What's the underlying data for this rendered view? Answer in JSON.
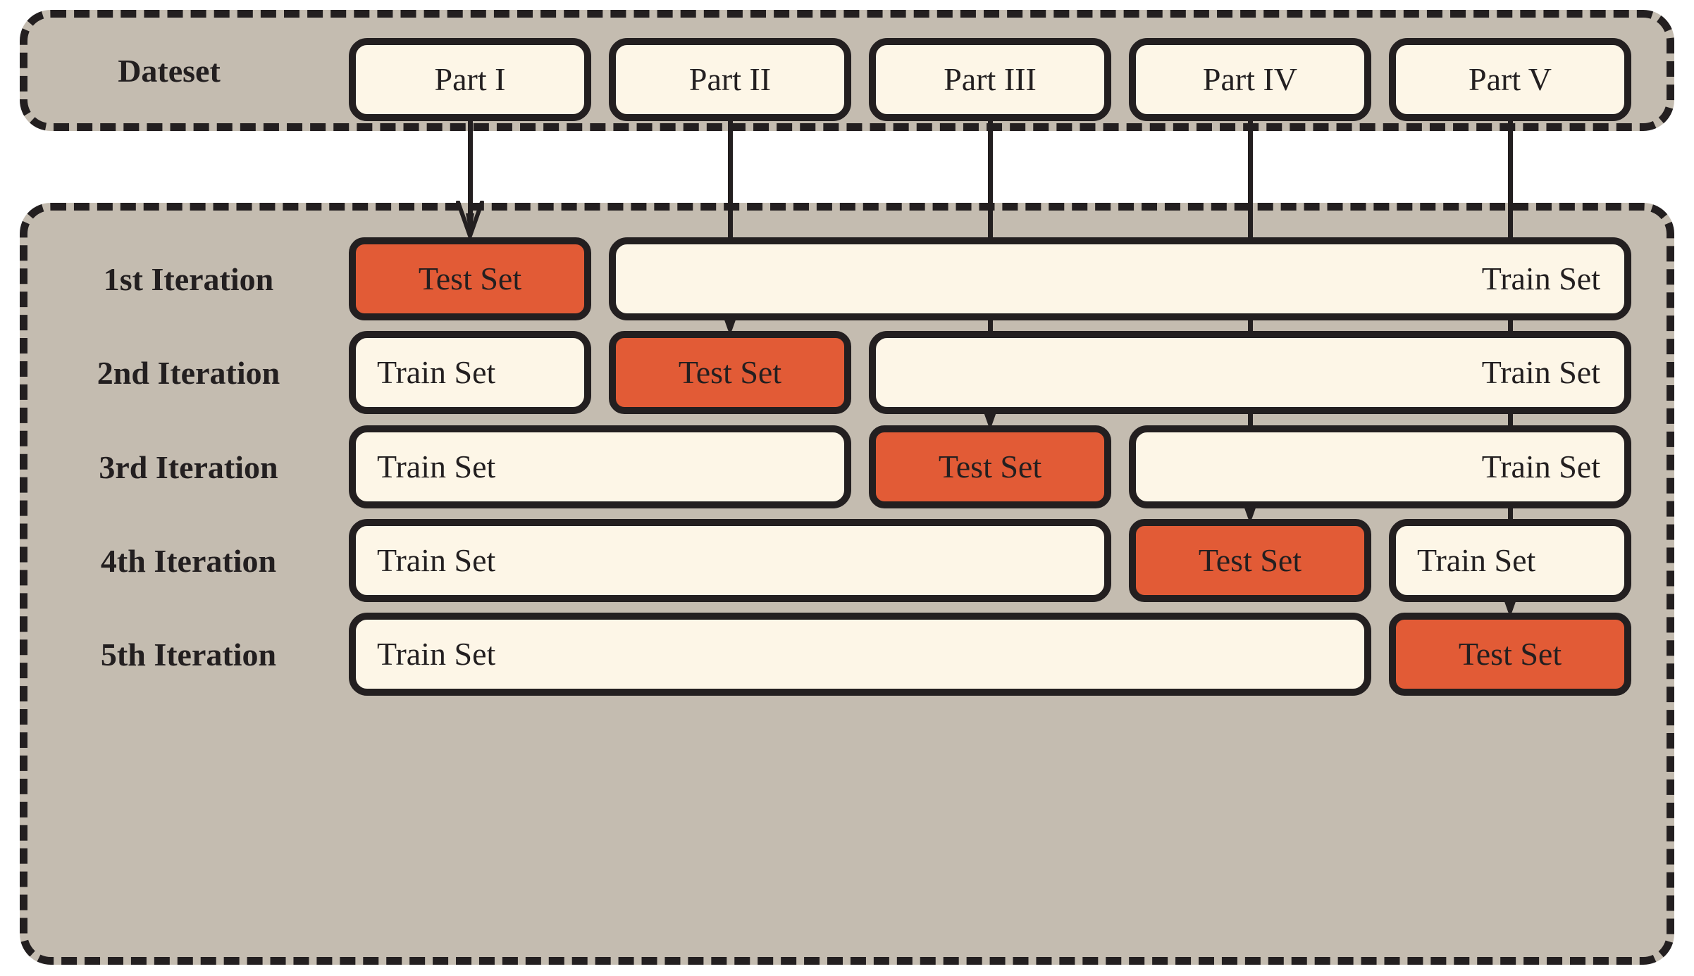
{
  "figure": {
    "title": "K-Fold Cross Validation Dataset Split Diagram",
    "colors": {
      "panel_bg": "#c4bcb0",
      "box_bg": "#fdf6e7",
      "test_bg": "#e25b36",
      "stroke": "#231f20",
      "page_bg": "#ffffff"
    }
  },
  "dataset_panel": {
    "label": "Dateset",
    "parts": [
      {
        "label": "Part I"
      },
      {
        "label": "Part II"
      },
      {
        "label": "Part III"
      },
      {
        "label": "Part IV"
      },
      {
        "label": "Part V"
      }
    ]
  },
  "iterations_panel": {
    "rows": [
      {
        "label": "1st Iteration",
        "test_index": 0,
        "cells": [
          {
            "kind": "test",
            "label": "Test Set",
            "align": "center"
          },
          {
            "kind": "train",
            "label": "Train Set",
            "align": "right"
          }
        ]
      },
      {
        "label": "2nd Iteration",
        "test_index": 1,
        "cells": [
          {
            "kind": "train",
            "label": "Train Set",
            "align": "left"
          },
          {
            "kind": "test",
            "label": "Test Set",
            "align": "center"
          },
          {
            "kind": "train",
            "label": "Train Set",
            "align": "right"
          }
        ]
      },
      {
        "label": "3rd Iteration",
        "test_index": 2,
        "cells": [
          {
            "kind": "train",
            "label": "Train Set",
            "align": "left"
          },
          {
            "kind": "test",
            "label": "Test Set",
            "align": "center"
          },
          {
            "kind": "train",
            "label": "Train Set",
            "align": "right"
          }
        ]
      },
      {
        "label": "4th Iteration",
        "test_index": 3,
        "cells": [
          {
            "kind": "train",
            "label": "Train Set",
            "align": "left"
          },
          {
            "kind": "test",
            "label": "Test Set",
            "align": "center"
          },
          {
            "kind": "train",
            "label": "Train Set",
            "align": "left"
          }
        ]
      },
      {
        "label": "5th Iteration",
        "test_index": 4,
        "cells": [
          {
            "kind": "train",
            "label": "Train Set",
            "align": "left"
          },
          {
            "kind": "test",
            "label": "Test Set",
            "align": "center"
          }
        ]
      }
    ]
  },
  "connectors": [
    {
      "from_part": "Part I",
      "to_row": "1st Iteration",
      "icon": "down-arrow-icon"
    },
    {
      "from_part": "Part II",
      "to_row": "2nd Iteration",
      "icon": "down-arrow-icon"
    },
    {
      "from_part": "Part III",
      "to_row": "3rd Iteration",
      "icon": "down-arrow-icon"
    },
    {
      "from_part": "Part IV",
      "to_row": "4th Iteration",
      "icon": "down-arrow-icon"
    },
    {
      "from_part": "Part V",
      "to_row": "5th Iteration",
      "icon": "down-arrow-icon"
    }
  ]
}
